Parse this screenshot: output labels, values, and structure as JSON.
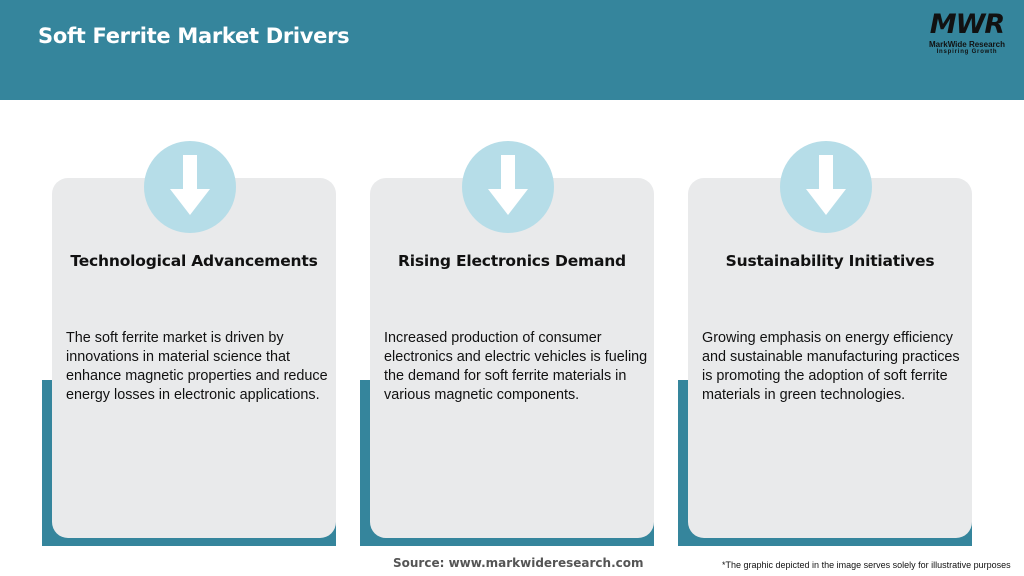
{
  "header": {
    "title": "Soft Ferrite Market Drivers",
    "background_color": "#35859c"
  },
  "logo": {
    "mark": "MWR",
    "name": "MarkWide Research",
    "tagline": "Inspiring Growth"
  },
  "cards": [
    {
      "icon": "arrow-down-icon",
      "title": "Technological Advancements",
      "description": "The soft ferrite market is driven by innovations in material science that enhance magnetic properties and reduce energy losses in electronic applications."
    },
    {
      "icon": "arrow-down-icon",
      "title": "Rising Electronics Demand",
      "description": "Increased production of consumer electronics and electric vehicles is fueling the demand for soft ferrite materials in various magnetic components."
    },
    {
      "icon": "arrow-down-icon",
      "title": "Sustainability Initiatives",
      "description": "Growing emphasis on energy efficiency and sustainable manufacturing practices is promoting the adoption of soft ferrite materials in green technologies."
    }
  ],
  "footer": {
    "source": "Source: www.markwideresearch.com",
    "disclaimer": "*The graphic depicted in the image serves solely for illustrative purposes"
  },
  "colors": {
    "accent": "#35859c",
    "card_bg": "#e9eaeb",
    "icon_circle": "#b6dde8"
  }
}
